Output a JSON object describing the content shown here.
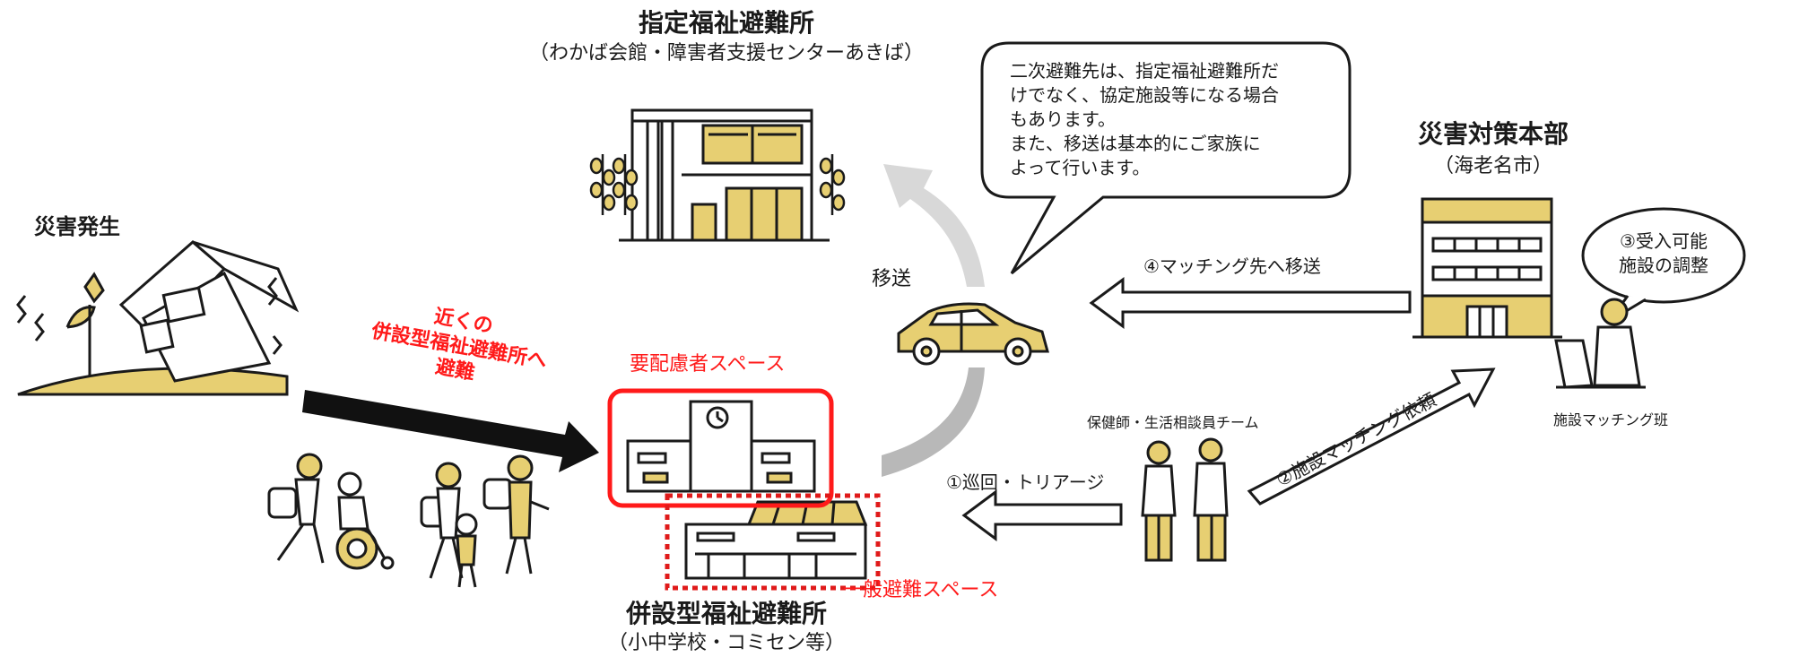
{
  "colors": {
    "accent_red": "#ff1a1a",
    "building_yellow": "#e7cf72",
    "arrow_gray": "#b8b8b8",
    "line_black": "#1a1a1a"
  },
  "designated_shelter": {
    "title": "指定福祉避難所",
    "subtitle": "（わかば会館・障害者支援センターあきば）"
  },
  "disaster": {
    "label": "災害発生"
  },
  "evacuate_arrow": {
    "lines": [
      "近くの",
      "併設型福祉避難所へ",
      "避難"
    ]
  },
  "combined_shelter": {
    "title": "併設型福祉避難所",
    "subtitle": "（小中学校・コミセン等）",
    "priority_space_label": "要配慮者スペース",
    "general_space_label": "一般避難スペース"
  },
  "transport": {
    "label": "移送"
  },
  "speech_bubble": {
    "lines": [
      "二次避難先は、指定福祉避難所だ",
      "けでなく、協定施設等になる場合",
      "もあります。",
      "また、移送は基本的にご家族に",
      "よって行います。"
    ]
  },
  "hq": {
    "title": "災害対策本部",
    "subtitle": "（海老名市）"
  },
  "adjust_bubble": {
    "lines": [
      "③受入可能",
      "施設の調整"
    ]
  },
  "matching_team": {
    "label": "施設マッチング班"
  },
  "health_team": {
    "label": "保健師・生活相談員チーム"
  },
  "steps": {
    "patrol": "①巡回・トリアージ",
    "request": "②施設マッチング依頼",
    "move": "④マッチング先へ移送"
  }
}
